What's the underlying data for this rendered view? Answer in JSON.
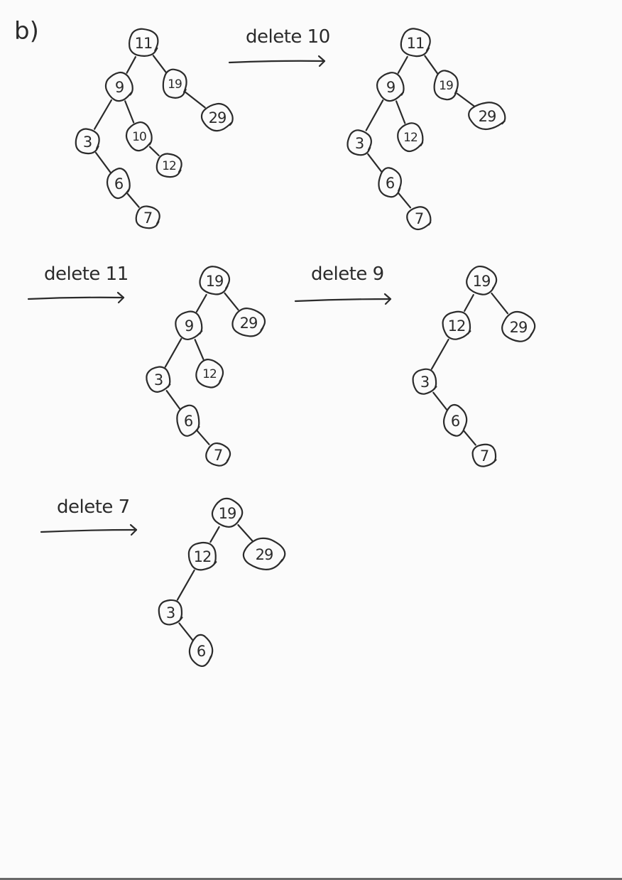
{
  "part_label": "b)",
  "steps": [
    {
      "id": "step-1-initial",
      "nodes": {
        "n11": {
          "key": "11"
        },
        "n9": {
          "key": "9"
        },
        "n19": {
          "key": "19"
        },
        "n29": {
          "key": "29"
        },
        "n3": {
          "key": "3"
        },
        "n10": {
          "key": "10"
        },
        "n12": {
          "key": "12"
        },
        "n6": {
          "key": "6"
        },
        "n7": {
          "key": "7"
        }
      },
      "edges": [
        [
          "n11",
          "n9"
        ],
        [
          "n11",
          "n19"
        ],
        [
          "n19",
          "n29"
        ],
        [
          "n9",
          "n3"
        ],
        [
          "n9",
          "n10"
        ],
        [
          "n10",
          "n12"
        ],
        [
          "n3",
          "n6"
        ],
        [
          "n6",
          "n7"
        ]
      ]
    },
    {
      "id": "step-2-after-delete-10",
      "operation": "delete 10",
      "nodes": {
        "n11": {
          "key": "11"
        },
        "n9": {
          "key": "9"
        },
        "n19": {
          "key": "19"
        },
        "n29": {
          "key": "29"
        },
        "n3": {
          "key": "3"
        },
        "n12": {
          "key": "12"
        },
        "n6": {
          "key": "6"
        },
        "n7": {
          "key": "7"
        }
      },
      "edges": [
        [
          "n11",
          "n9"
        ],
        [
          "n11",
          "n19"
        ],
        [
          "n19",
          "n29"
        ],
        [
          "n9",
          "n3"
        ],
        [
          "n9",
          "n12"
        ],
        [
          "n3",
          "n6"
        ],
        [
          "n6",
          "n7"
        ]
      ]
    },
    {
      "id": "step-3-after-delete-11",
      "operation": "delete 11",
      "nodes": {
        "n19": {
          "key": "19"
        },
        "n9": {
          "key": "9"
        },
        "n29": {
          "key": "29"
        },
        "n3": {
          "key": "3"
        },
        "n12": {
          "key": "12"
        },
        "n6": {
          "key": "6"
        },
        "n7": {
          "key": "7"
        }
      },
      "edges": [
        [
          "n19",
          "n9"
        ],
        [
          "n19",
          "n29"
        ],
        [
          "n9",
          "n3"
        ],
        [
          "n9",
          "n12"
        ],
        [
          "n3",
          "n6"
        ],
        [
          "n6",
          "n7"
        ]
      ]
    },
    {
      "id": "step-4-after-delete-9",
      "operation": "delete 9",
      "nodes": {
        "n19": {
          "key": "19"
        },
        "n12": {
          "key": "12"
        },
        "n29": {
          "key": "29"
        },
        "n3": {
          "key": "3"
        },
        "n6": {
          "key": "6"
        },
        "n7": {
          "key": "7"
        }
      },
      "edges": [
        [
          "n19",
          "n12"
        ],
        [
          "n19",
          "n29"
        ],
        [
          "n12",
          "n3"
        ],
        [
          "n3",
          "n6"
        ],
        [
          "n6",
          "n7"
        ]
      ]
    },
    {
      "id": "step-5-after-delete-7",
      "operation": "delete 7",
      "nodes": {
        "n19": {
          "key": "19"
        },
        "n12": {
          "key": "12"
        },
        "n29": {
          "key": "29"
        },
        "n3": {
          "key": "3"
        },
        "n6": {
          "key": "6"
        }
      },
      "edges": [
        [
          "n19",
          "n12"
        ],
        [
          "n19",
          "n29"
        ],
        [
          "n12",
          "n3"
        ],
        [
          "n3",
          "n6"
        ]
      ]
    }
  ],
  "colors": {
    "ink": "#2b2b2b",
    "paper": "#fbfbfb"
  }
}
